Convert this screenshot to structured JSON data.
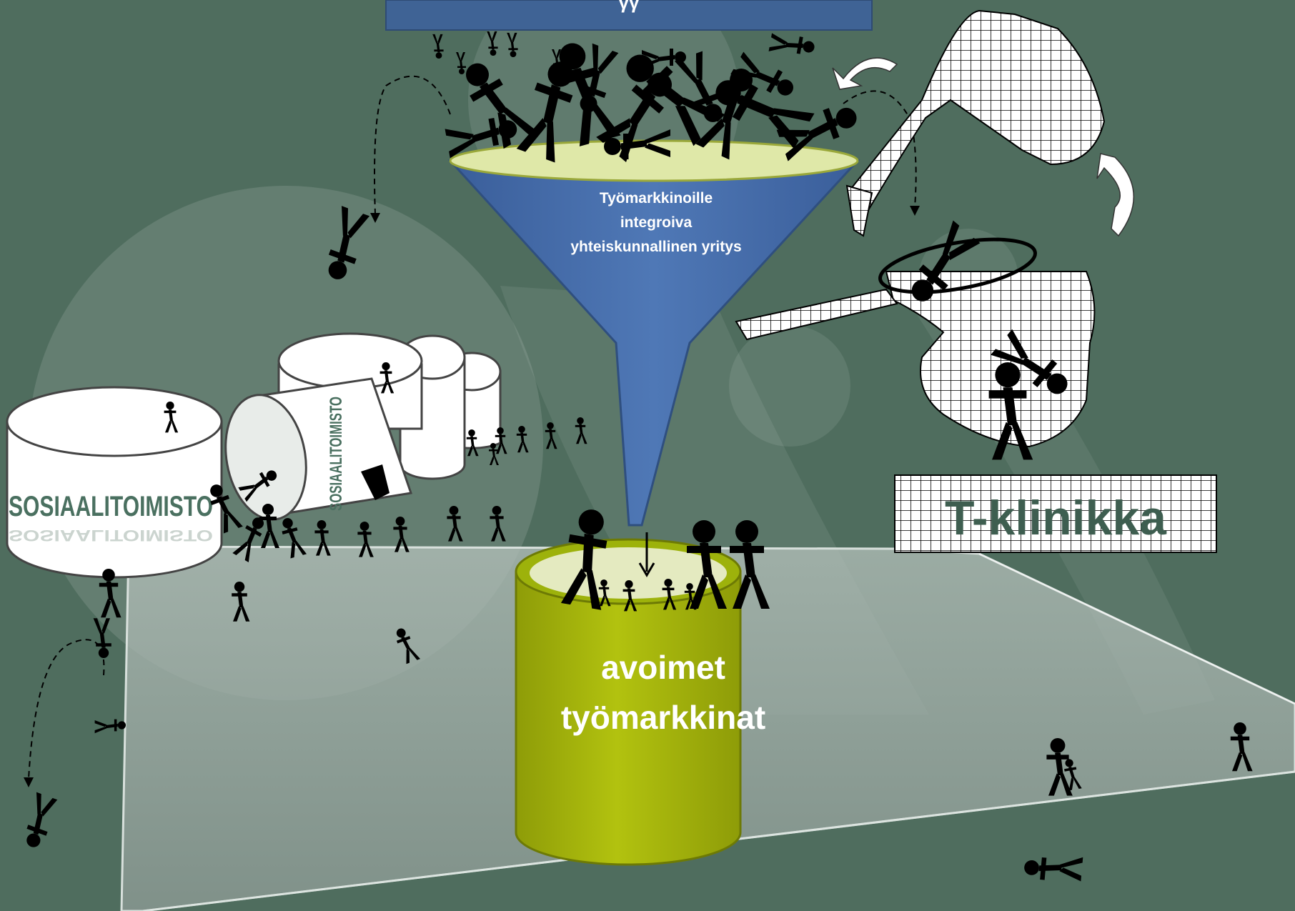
{
  "header": {
    "text": "γγ"
  },
  "funnel": {
    "line1": "Työmarkkinoille",
    "line2": "integroiva",
    "line3": "yhteiskunnallinen yritys"
  },
  "cylinder": {
    "line1": "avoimet",
    "line2": "työmarkkinat"
  },
  "office": {
    "label": "SOSIAALITOIMISTO",
    "reflection": "SOSIAALITOIMISTO"
  },
  "clinic": {
    "label": "T-klinikka"
  },
  "colors": {
    "background": "#4d6b5c",
    "funnel": "#4a72b0",
    "cylinder": "#a8b80d",
    "figures": "#000000",
    "clinic_text": "#3e5e50"
  },
  "icons": [
    "stick-figure",
    "curved-arrow",
    "dashed-arrow",
    "grid-pattern"
  ]
}
